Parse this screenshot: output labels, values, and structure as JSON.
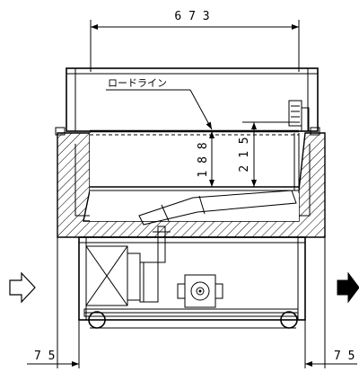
{
  "dimensions": {
    "top_width": "6 7 3",
    "load_line_label": "ロードライン",
    "depth_inner": "1 8 8",
    "depth_outer": "2 1 5",
    "left_margin": "7 5",
    "right_margin": "7 5"
  },
  "icons": {
    "inlet": "outline-arrow-right-icon",
    "outlet": "filled-arrow-right-icon"
  }
}
